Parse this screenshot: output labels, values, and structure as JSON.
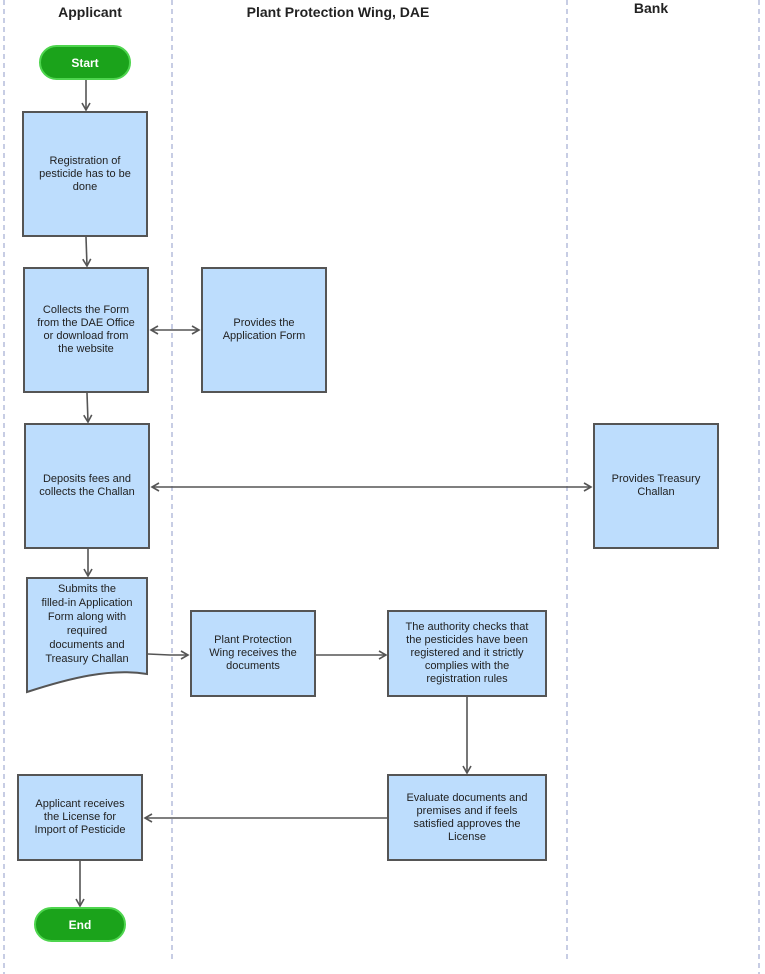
{
  "lanes": {
    "applicant": "Applicant",
    "ppw": "Plant Protection Wing, DAE",
    "bank": "Bank"
  },
  "nodes": {
    "start": "Start",
    "registration": "Registration of\npesticide has to be\ndone",
    "collect_form": "Collects the Form\nfrom the  DAE Office\nor download from\nthe website",
    "provides_form": "Provides  the\nApplication Form",
    "deposit_fees": "Deposits fees and\ncollects the Challan",
    "treasury_challan": "Provides Treasury\nChallan",
    "submit_form": "Submits the\nfilled-in Application\nForm along with\nrequired\ndocuments and\nTreasury Challan",
    "ppw_receives": "Plant Protection\nWing receives the\ndocuments",
    "authority_checks": "The authority checks that\nthe pesticides have been\nregistered and it strictly\ncomplies with the\nregistration rules",
    "evaluate": "Evaluate documents and\npremises and if feels\nsatisfied approves the\nLicense",
    "receives_license": "Applicant receives\nthe License for\nImport of Pesticide",
    "end": "End"
  },
  "colors": {
    "box_fill": "#bdddfd",
    "box_border": "#555555",
    "pill_fill": "#1ba31b",
    "pill_border": "#4ed54e",
    "lane_divider": "#8f9bc9",
    "arrow": "#555555"
  }
}
